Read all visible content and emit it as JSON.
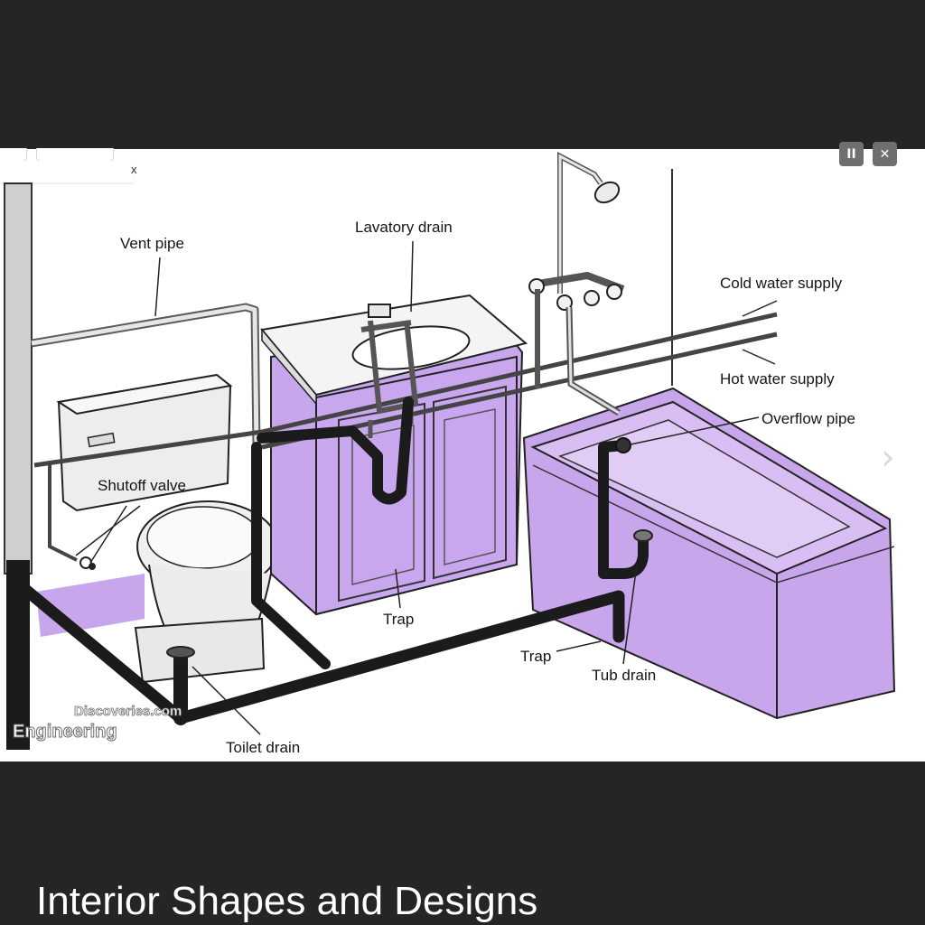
{
  "caption": "Interior Shapes and Designs",
  "controls": {
    "pause_symbol": "II",
    "close_symbol": "✕",
    "next_symbol": "›"
  },
  "tab_mark": "x",
  "diagram": {
    "labels": {
      "vent_pipe": "Vent pipe",
      "lavatory_drain": "Lavatory drain",
      "cold_water_supply": "Cold water supply",
      "hot_water_supply": "Hot water supply",
      "overflow_pipe": "Overflow pipe",
      "shutoff_valve": "Shutoff valve",
      "trap_sink": "Trap",
      "trap_tub": "Trap",
      "tub_drain": "Tub drain",
      "toilet_drain": "Toilet drain"
    },
    "watermark": {
      "line1": "Discoveries.com",
      "line2": "Engineering"
    }
  },
  "colors": {
    "background": "#252528",
    "fixture_purple": "#c8a6ec",
    "drain_pipe": "#1b1b1b",
    "supply_pipe": "#444444"
  }
}
